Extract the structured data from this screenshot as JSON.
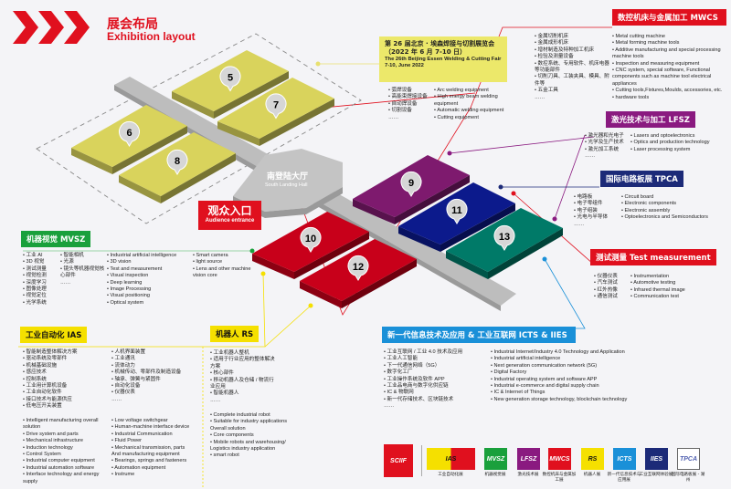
{
  "header": {
    "title_cn": "展会布局",
    "title_en": "Exhibition layout"
  },
  "map": {
    "halls": [
      {
        "id": "5",
        "color": "#d9d35c"
      },
      {
        "id": "7",
        "color": "#d9d35c"
      },
      {
        "id": "6",
        "color": "#d9d35c"
      },
      {
        "id": "8",
        "color": "#d9d35c"
      },
      {
        "id": "9",
        "color": "#7e1a6e"
      },
      {
        "id": "11",
        "color": "#0c1a8c"
      },
      {
        "id": "13",
        "color": "#007a68"
      },
      {
        "id": "10",
        "color": "#c8001a"
      },
      {
        "id": "12",
        "color": "#c8001a"
      }
    ],
    "landing_hall_cn": "南登陆大厅",
    "landing_hall_en": "South Landing Hall",
    "entrance_cn": "观众入口",
    "entrance_en": "Audience entrance"
  },
  "fair": {
    "cn1": "第 26 届北京 · 埃森焊接与切割展览会",
    "cn2": "（2022 年 6 月 7-10 日）",
    "en1": "The 26th Beijing Essen Welding & Cutting Fair",
    "en2": "7-10, June 2022",
    "cn_items": [
      "弧焊设备",
      "高能束焊接设备",
      "自动焊设备",
      "切割设备",
      "……"
    ],
    "en_items": [
      "Arc welding equipment",
      "High energy beam welding equipment",
      "Automatic welding equipment",
      "Cutting equipment"
    ]
  },
  "mwcs": {
    "title": "数控机床与金属加工 MWCS",
    "color": "#e0101e",
    "cn_items": [
      "金属切削机床",
      "金属成形机床",
      "增材制造及特种加工机床",
      "检验及测量设备",
      "数控系统、专用软件、机床电器等功能部件",
      "切削刀具、工装夹具、模具、附件等",
      "五金工具",
      "……"
    ],
    "en_items": [
      "Metal cutting machine",
      "Metal forming machine tools",
      "Additive manufacturing and special processing machine tools",
      "Inspection and measuring equipment",
      "CNC system, special software, Functional components such as machine tool electrical appliances",
      "Cutting tools,Fixtures,Moulds, accessories, etc.",
      "hardware tools"
    ]
  },
  "lfsz": {
    "title": "激光技术与加工 LFSZ",
    "color": "#8a1a80",
    "cn_items": [
      "激光器和光电子",
      "光学及生产技术",
      "激光加工系统",
      "……"
    ],
    "en_items": [
      "Lasers and optoelectronics",
      "Optics and production technology",
      "Laser processing system"
    ]
  },
  "tpca": {
    "title": "国际电路板展 TPCA",
    "color": "#1c2a78",
    "cn_items": [
      "电路板",
      "电子零组件",
      "电子组装",
      "光电与半导体",
      "……"
    ],
    "en_items": [
      "Circuit board",
      "Electronic components",
      "Electronic assembly",
      "Optoelectronics and Semiconductors"
    ]
  },
  "test": {
    "title": "测试测量 Test measurement",
    "color": "#e0101e",
    "cn_items": [
      "仪器仪表",
      "汽车测试",
      "红外热像",
      "通信测试"
    ],
    "en_items": [
      "Instrumentation",
      "Automotive testing",
      "Infrared thermal image",
      "Communication test"
    ]
  },
  "icts": {
    "title": "新一代信息技术及应用 & 工业互联网 ICTS & IIES",
    "color": "#1a90d8",
    "cn_items": [
      "工业互联网 / 工业 4.0 技术及应用",
      "工业人工智能",
      "下一代通信网络（5G）",
      "数字化工厂",
      "工业操作系统及软件 APP",
      "工业品电商与数字化供应链",
      "IC & 物联网",
      "新一代存储技术、区块链技术",
      "……"
    ],
    "en_items": [
      "Industrial Internet/Industry 4.0 Technology and Application",
      "Industrial artificial intelligence",
      "Next generation communication network (5G)",
      "Digital Factory",
      "Industrial operating system and software APP",
      "Industrial e-commerce and digital supply chain",
      "IC & Internet of Things",
      "New generation storage technology, blockchain technology"
    ]
  },
  "mvsz": {
    "title": "机器视觉 MVSZ",
    "color": "#1aa03c",
    "cn_items_1": [
      "工业 AI",
      "3D 视觉",
      "测试测量",
      "视觉检测",
      "深度学习",
      "图像处理",
      "视觉定位",
      "光学系统"
    ],
    "cn_items_2": [
      "智能相机",
      "光源",
      "镜头等机器视觉核心部件",
      "……"
    ],
    "en_items_1": [
      "Industrial artificial intelligence",
      "3D vision",
      "Test and measurement",
      "Visual inspection",
      "Deep learning",
      "Image Processing",
      "Visual positioning",
      "Optical system"
    ],
    "en_items_2": [
      "Smart camera",
      "light source",
      "Lens and other machine vision core"
    ]
  },
  "ias": {
    "title": "工业自动化 IAS",
    "color": "#f5e000",
    "cn_items_1": [
      "智能制造整体解决方案",
      "驱动系统及零部件",
      "机械基础设施",
      "感应技术",
      "控制系统",
      "工业用计算机设备",
      "工业自动化软件",
      "接口技术与能源供应",
      "低电压开关装置"
    ],
    "cn_items_2": [
      "人机界面装置",
      "工业通讯",
      "流体动力",
      "机械传动、零部件及制造设备",
      "轴承、弹簧与紧固件",
      "自动化设备",
      "仪器仪表",
      "……"
    ],
    "en_items_1": [
      "Intelligent manufacturing overall solution",
      "Drive system and parts",
      "Mechanical infrastructure",
      "Induction technology",
      "Control System",
      "Industrial computer equipment",
      "Industrial automation software",
      "Interface technology and energy supply"
    ],
    "en_items_2": [
      "Low voltage switchgear",
      "Human-machine interface device",
      "Industrial Communication",
      "Fluid Power",
      "Mechanical transmission, parts And manufacturing equipment",
      "Bearings, springs and fasteners",
      "Automation equipment",
      "Instrume"
    ]
  },
  "rs": {
    "title": "机器人 RS",
    "color": "#f5e000",
    "cn_items": [
      "工业机器人整机",
      "适用于行业应用的整体解决方案",
      "核心部件",
      "移动机器人及仓储 / 物流行业应用",
      "智能机器人",
      "……"
    ],
    "en_items": [
      "Complete industrial robot",
      "Suitable for industry applications Overall solution",
      "Core components",
      "Mobile robots and warehousing/ Logistics industry application",
      "smart robot"
    ]
  },
  "footer": {
    "logos": [
      {
        "label": "SCIIF",
        "color": "#e0101e",
        "caption": ""
      },
      {
        "label": "IAS",
        "color": "#f5e000",
        "caption": "工业自动化展"
      },
      {
        "label": "MVSZ",
        "color": "#1aa03c",
        "caption": "机器视觉展"
      },
      {
        "label": "LFSZ",
        "color": "#8a1a80",
        "caption": "激光技术展"
      },
      {
        "label": "MWCS",
        "color": "#e0101e",
        "caption": "数控机床与金属加工展"
      },
      {
        "label": "RS",
        "color": "#f5e000",
        "caption": "机器人展"
      },
      {
        "label": "ICTS",
        "color": "#1a90d8",
        "caption": "新一代信息技术与应用展"
      },
      {
        "label": "IIES",
        "color": "#1c2a78",
        "caption": "工业互联网体验展"
      },
      {
        "label": "TPCA",
        "color": "#ffffff",
        "caption": "国际电路板展 - 湖州"
      }
    ]
  }
}
